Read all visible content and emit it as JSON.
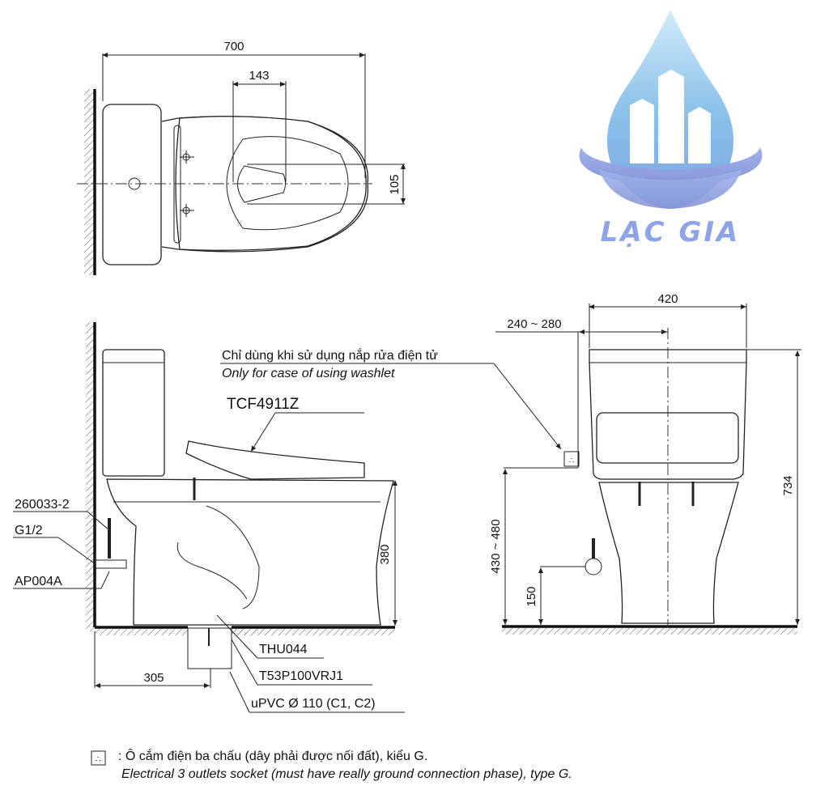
{
  "logo": {
    "brand_name": "LẠC GIA",
    "icon": "water-drop-buildings-logo-icon",
    "colors": {
      "drop_top": "#bfe3f7",
      "drop_mid": "#7fb8e6",
      "ring": "#8c9fe0",
      "text": "#8fa4e8"
    }
  },
  "top_view": {
    "dimensions": {
      "overall_length": "700",
      "outlet_offset": "143",
      "outlet_width": "105"
    }
  },
  "side_view": {
    "note_vi": "Chỉ dùng khi sử dụng nắp rửa điện tử",
    "note_en": "Only for case of using washlet",
    "seat_model": "TCF4911Z",
    "parts": {
      "hose": "260033-2",
      "thread": "G1/2",
      "valve": "AP004A",
      "flange": "THU044",
      "drain_pipe": "T53P100VRJ1",
      "pipe_spec": "uPVC Ø 110 (C1, C2)"
    },
    "dimensions": {
      "seat_height": "380",
      "rough_in": "305"
    }
  },
  "front_view": {
    "dimensions": {
      "width": "420",
      "socket_offset": "240 ~ 280",
      "total_height": "734",
      "socket_height": "430 ~ 480",
      "supply_height": "150"
    }
  },
  "legend": {
    "icon": "power-socket-icon",
    "text_vi": ": Ô cắm điện ba chấu (dây phải được nối đất), kiểu G.",
    "text_en": "Electrical 3 outlets socket (must have really ground connection phase), type G."
  }
}
